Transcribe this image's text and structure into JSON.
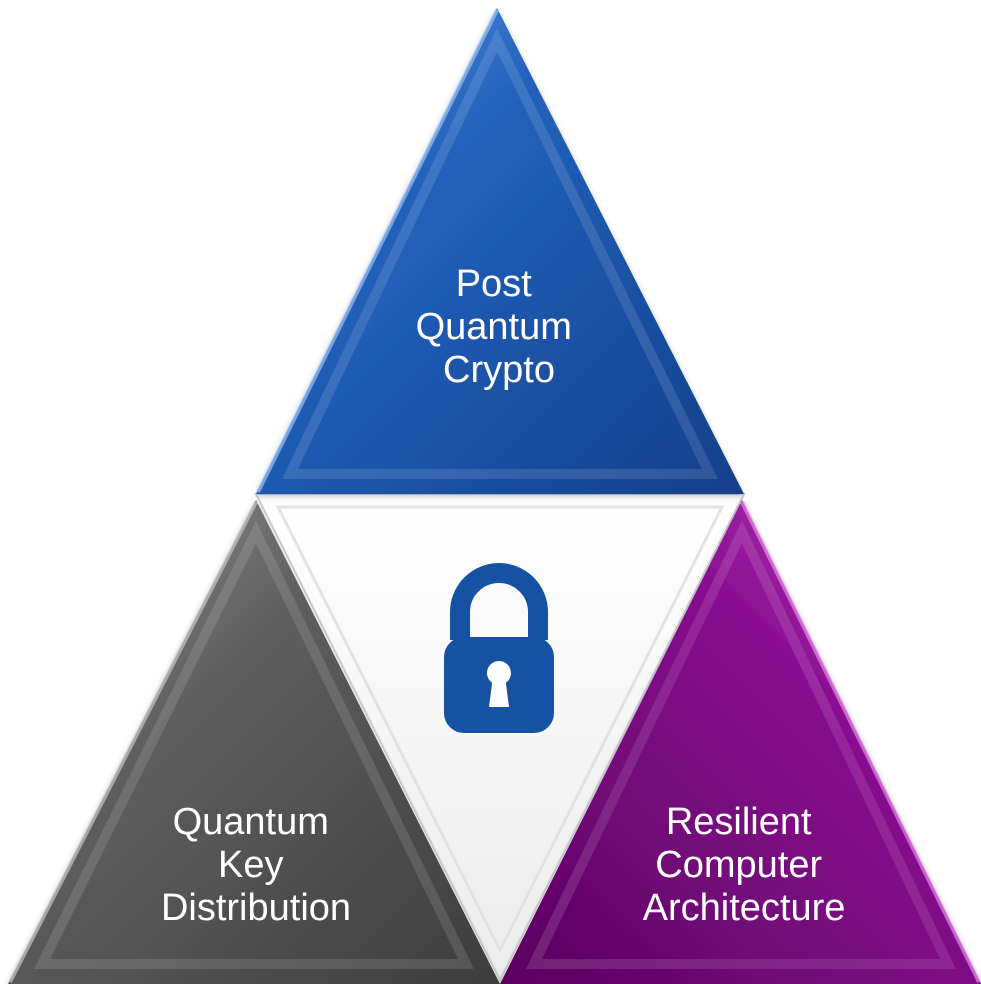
{
  "diagram": {
    "top": {
      "lines": [
        "Post",
        "Quantum",
        "Crypto"
      ],
      "color": "#1f5bb0"
    },
    "left": {
      "lines": [
        "Quantum",
        "Key",
        "Distribution"
      ],
      "color": "#585858"
    },
    "right": {
      "lines": [
        "Resilient",
        "Computer",
        "Architecture"
      ],
      "color": "#7e0a84"
    },
    "center": {
      "icon": "lock-icon",
      "color": "#1652a3"
    }
  }
}
